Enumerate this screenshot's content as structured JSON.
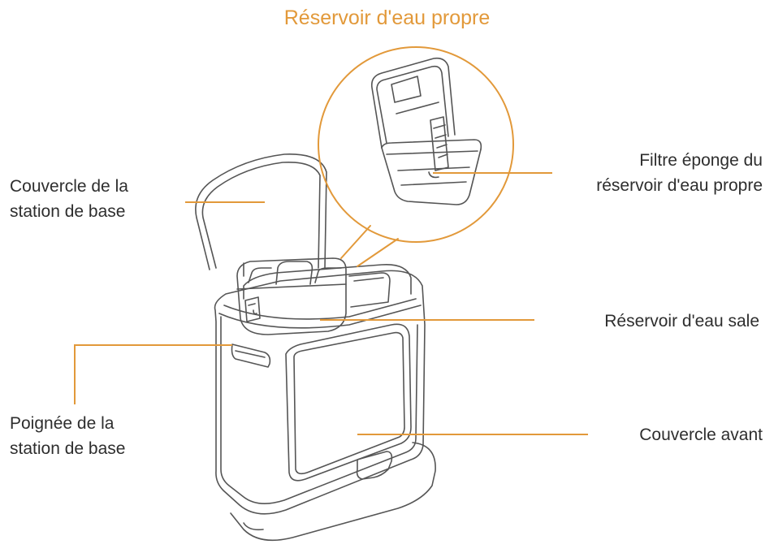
{
  "title": "Réservoir d'eau propre",
  "labels": {
    "lid_station": [
      "Couvercle de la",
      "station de base"
    ],
    "handle_station": [
      "Poignée de la",
      "station de base"
    ],
    "sponge_filter": [
      "Filtre éponge du",
      "réservoir d'eau propre"
    ],
    "dirty_tank": "Réservoir d'eau sale",
    "front_cover": "Couvercle avant"
  },
  "colors": {
    "accent": "#E2993A",
    "outline": "#555555",
    "text": "#2E2E2E"
  }
}
